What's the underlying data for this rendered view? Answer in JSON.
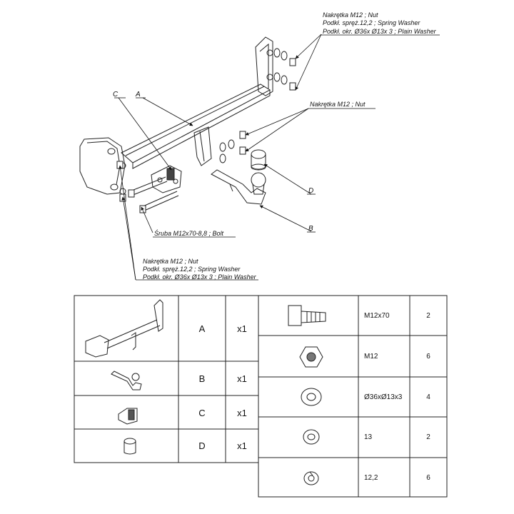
{
  "callouts": {
    "top_nut": "Nakrętka  M12 ; Nut",
    "top_spring": "Podkł. spręż.12,2 ; Spring Washer",
    "top_plain": "Podkł. okr.  Ø36x Ø13x 3 ; Plain Washer",
    "mid_nut": "Nakrętka  M12 ; Nut",
    "bolt": "Śruba M12x70-8,8 ;  Bolt",
    "bot_nut": "Nakrętka  M12 ; Nut",
    "bot_spring": "Podkł. spręż.12,2 ; Spring Washer",
    "bot_plain": "Podkł. okr.  Ø36x Ø13x 3 ; Plain Washer"
  },
  "letters": {
    "a": "A",
    "b": "B",
    "c": "C",
    "d": "D"
  },
  "parts": [
    {
      "letter": "A",
      "qty": "x1",
      "icon": "tow-bar-frame-icon"
    },
    {
      "letter": "B",
      "qty": "x1",
      "icon": "tow-ball-neck-icon"
    },
    {
      "letter": "C",
      "qty": "x1",
      "icon": "socket-plate-icon"
    },
    {
      "letter": "D",
      "qty": "x1",
      "icon": "ball-cap-icon"
    }
  ],
  "hardware": [
    {
      "spec": "M12x70",
      "qty": "2",
      "icon": "bolt-icon"
    },
    {
      "spec": "M12",
      "qty": "6",
      "icon": "hex-nut-icon"
    },
    {
      "spec": "Ø36xØ13x3",
      "qty": "4",
      "icon": "plain-washer-icon"
    },
    {
      "spec": "13",
      "qty": "2",
      "icon": "washer-icon"
    },
    {
      "spec": "12,2",
      "qty": "6",
      "icon": "spring-washer-icon"
    }
  ]
}
